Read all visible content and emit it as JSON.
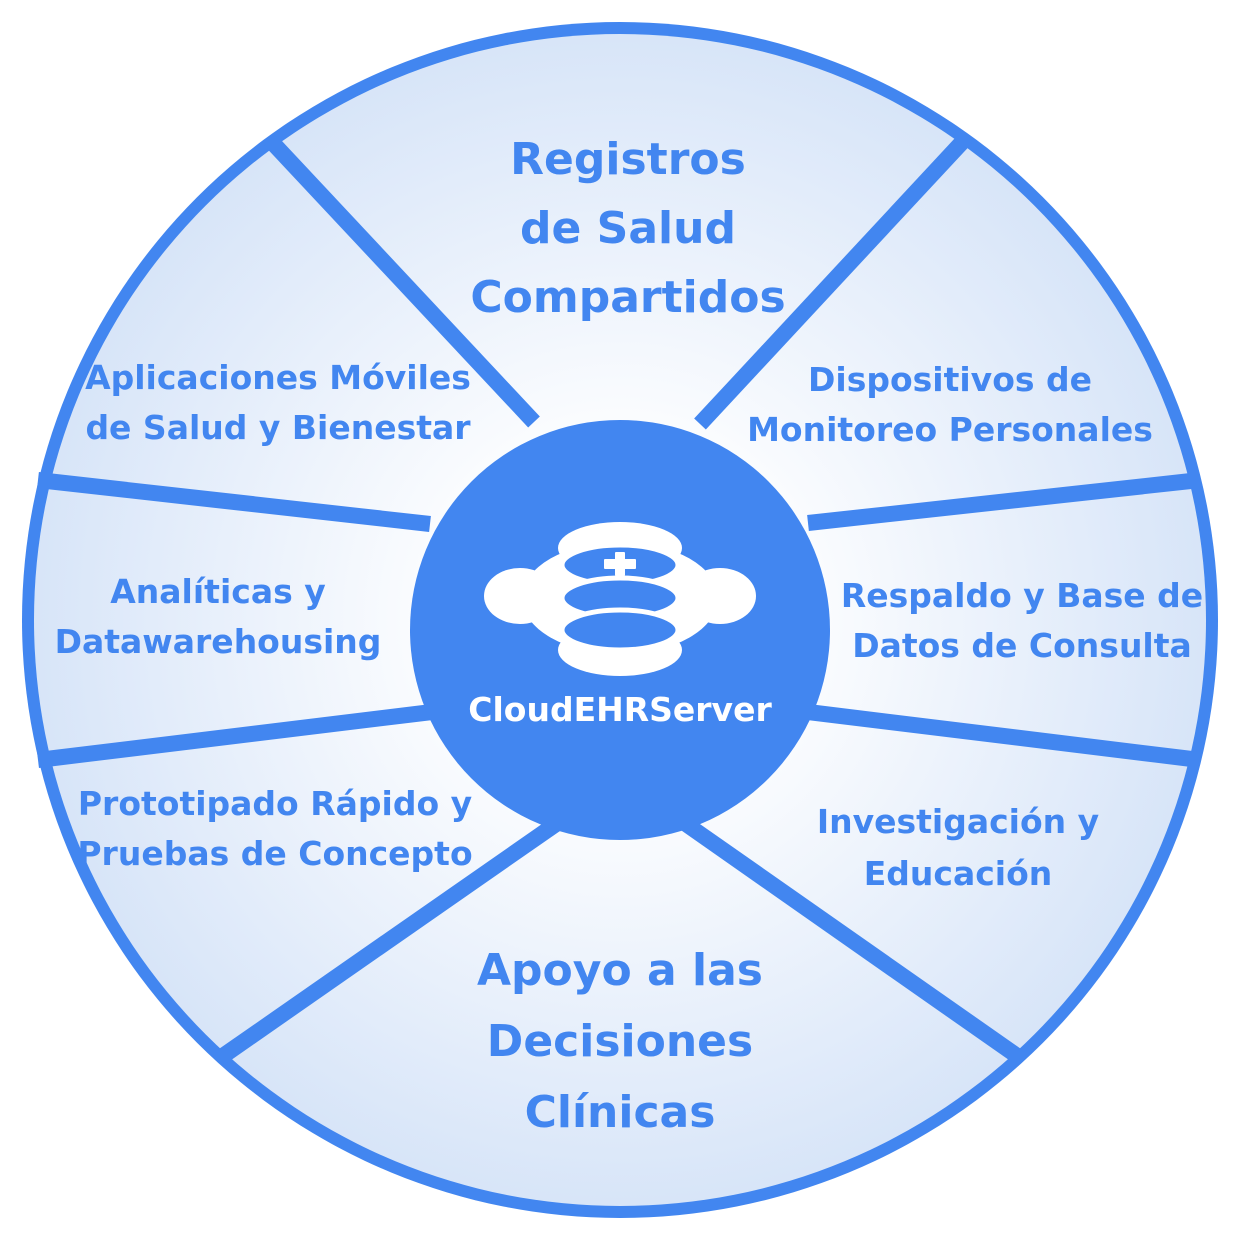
{
  "colors": {
    "accent": "#4286f0",
    "segment_fill_center": "#ffffff",
    "segment_fill_edge": "#d6e4f8",
    "hub_text": "#ffffff",
    "icon_fill": "#ffffff"
  },
  "hub": {
    "label": "CloudEHRServer",
    "icon": "database-cloud-icon"
  },
  "segments": [
    {
      "id": "top",
      "lines": [
        "Registros",
        "de Salud",
        "Compartidos"
      ]
    },
    {
      "id": "top-right",
      "lines": [
        "Dispositivos de",
        "Monitoreo Personales"
      ]
    },
    {
      "id": "right",
      "lines": [
        "Respaldo y Base de",
        "Datos de Consulta"
      ]
    },
    {
      "id": "bottom-right",
      "lines": [
        "Investigación y",
        "Educación"
      ]
    },
    {
      "id": "bottom",
      "lines": [
        "Apoyo a las",
        "Decisiones",
        "Clínicas"
      ]
    },
    {
      "id": "bottom-left",
      "lines": [
        "Prototipado Rápido y",
        "Pruebas de Concepto"
      ]
    },
    {
      "id": "left",
      "lines": [
        "Analíticas y",
        "Datawarehousing"
      ]
    },
    {
      "id": "top-left",
      "lines": [
        "Aplicaciones Móviles",
        "de Salud y Bienestar"
      ]
    }
  ]
}
